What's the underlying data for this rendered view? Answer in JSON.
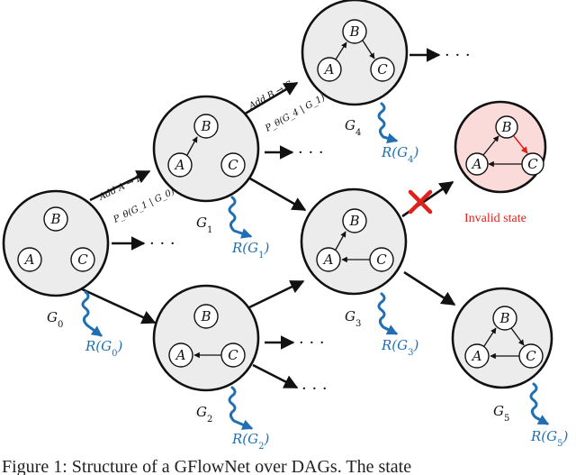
{
  "graphs": {
    "g0": {
      "label": "G",
      "sub": "0",
      "reward": "R(G",
      "reward_sub": "0"
    },
    "g1": {
      "label": "G",
      "sub": "1",
      "reward": "R(G",
      "reward_sub": "1"
    },
    "g2": {
      "label": "G",
      "sub": "2",
      "reward": "R(G",
      "reward_sub": "2"
    },
    "g3": {
      "label": "G",
      "sub": "3",
      "reward": "R(G",
      "reward_sub": "3"
    },
    "g4": {
      "label": "G",
      "sub": "4",
      "reward": "R(G",
      "reward_sub": "4"
    },
    "g5": {
      "label": "G",
      "sub": "5",
      "reward": "R(G",
      "reward_sub": "5"
    }
  },
  "nodes": {
    "a": "A",
    "b": "B",
    "c": "C"
  },
  "edge_annotations": {
    "g0_g1_top": "Add A → B",
    "g0_g1_bottom": "P_θ(G_1 | G_0)",
    "g1_g4_top": "Add B → C",
    "g1_g4_bottom": "P_θ(G_4 | G_1)"
  },
  "ellipsis": "· · ·",
  "invalid_label": "Invalid state",
  "caption": "Figure 1: Structure of a GFlowNet over DAGs. The state",
  "colors": {
    "node_fill": "#ececec",
    "invalid_fill": "#fbdada",
    "reward_blue": "#1f6fb2",
    "red": "#e0201b"
  }
}
